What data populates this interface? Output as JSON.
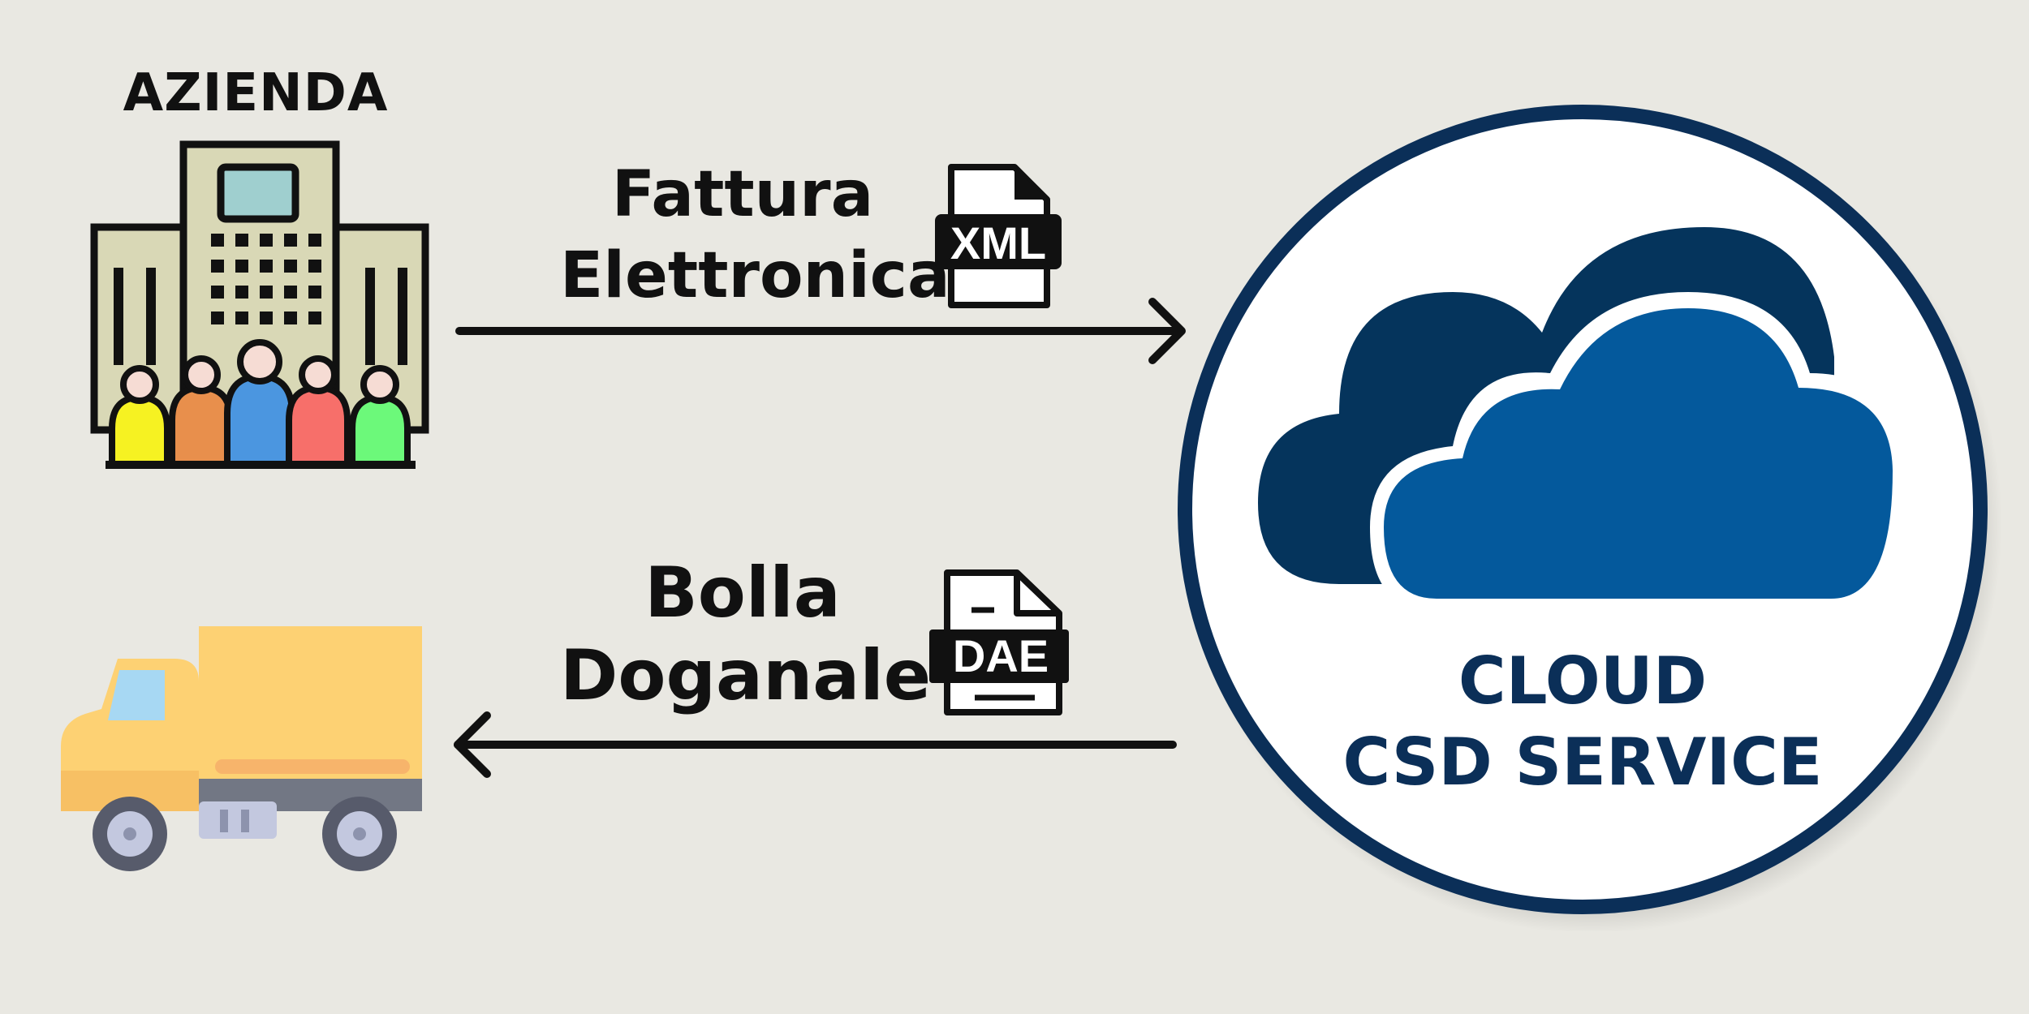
{
  "company": {
    "title": "AZIENDA",
    "icon": "office-building-people-icon"
  },
  "truck": {
    "icon": "delivery-truck-icon"
  },
  "invoice": {
    "line1": "Fattura",
    "line2": "Elettronica",
    "badge": "XML",
    "icon": "xml-file-icon"
  },
  "customs": {
    "line1": "Bolla",
    "line2": "Doganale",
    "badge": "DAE",
    "icon": "dae-document-icon"
  },
  "cloud": {
    "line1": "CLOUD",
    "line2": "CSD SERVICE",
    "icon": "cloud-icon"
  },
  "colors": {
    "background": "#e9e8e2",
    "navy": "#0b2f58",
    "cloud_dark": "#05345c",
    "cloud_light": "#04599c",
    "truck_yellow": "#fdd173",
    "building": "#d9d8b6"
  }
}
